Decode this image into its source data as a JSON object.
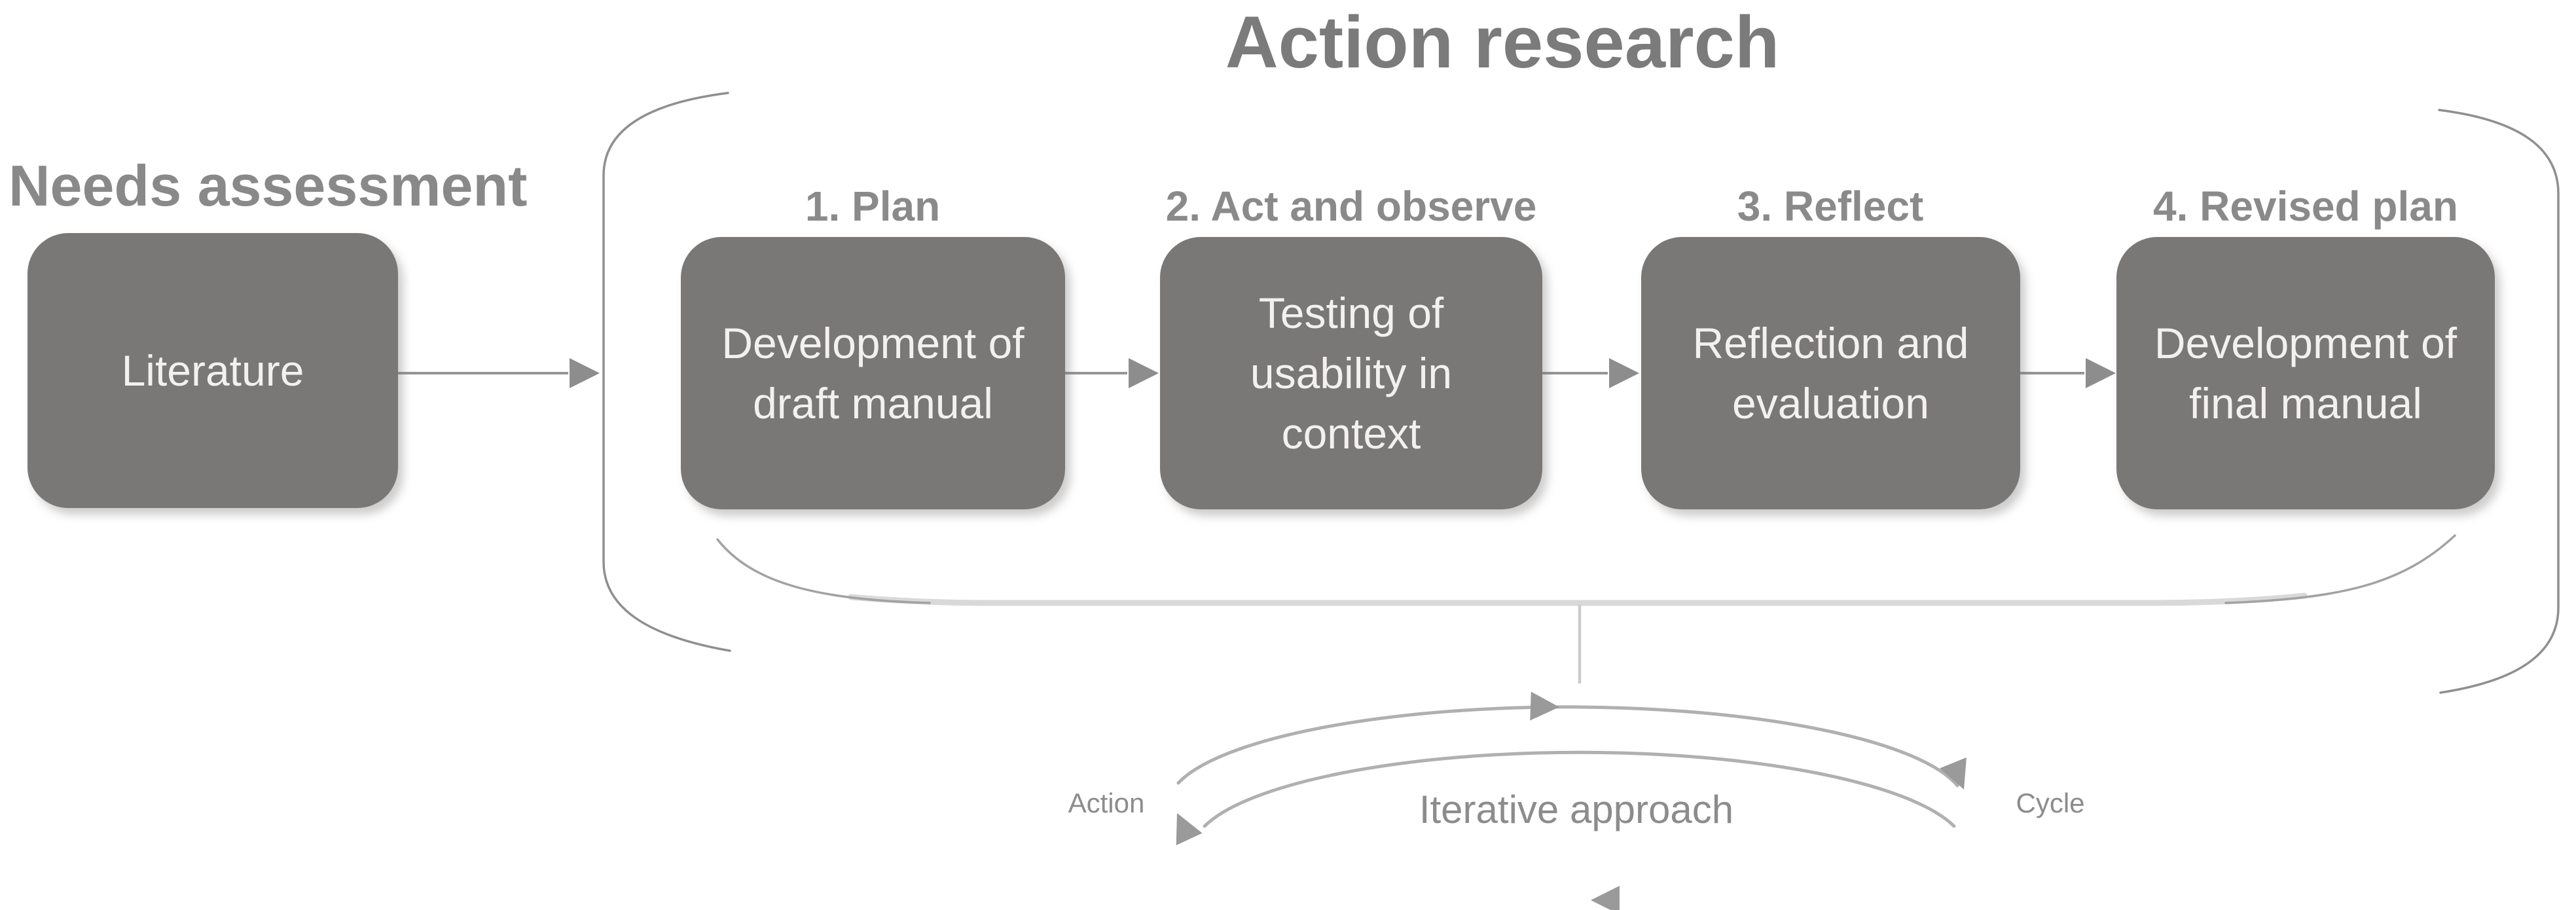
{
  "title": "Action research",
  "needs": {
    "label": "Needs assessment",
    "box_label": "Literature"
  },
  "stages": [
    {
      "label": "1. Plan",
      "lines": [
        "Development of",
        "draft manual"
      ]
    },
    {
      "label": "2. Act and observe",
      "lines": [
        "Testing of",
        "usability in",
        "context"
      ]
    },
    {
      "label": "3. Reflect",
      "lines": [
        "Reflection and",
        "evaluation"
      ]
    },
    {
      "label": "4. Revised plan",
      "lines": [
        "Development of",
        "final manual"
      ]
    }
  ],
  "iteration": {
    "label": "Iterative approach",
    "left": "Action",
    "right": "Cycle"
  },
  "colors": {
    "box_fill": "#7a7777",
    "box_text": "#f2f1ef",
    "title_text": "#7b7b7b",
    "label_text": "#8a8a8a",
    "flow_arrow": "#8d8d8d",
    "bracket": "#8f8f8f",
    "brace_light": "#d9d9d9",
    "brace_dark": "#a2a2a2",
    "cycle_arc": "#b0b0b0"
  }
}
